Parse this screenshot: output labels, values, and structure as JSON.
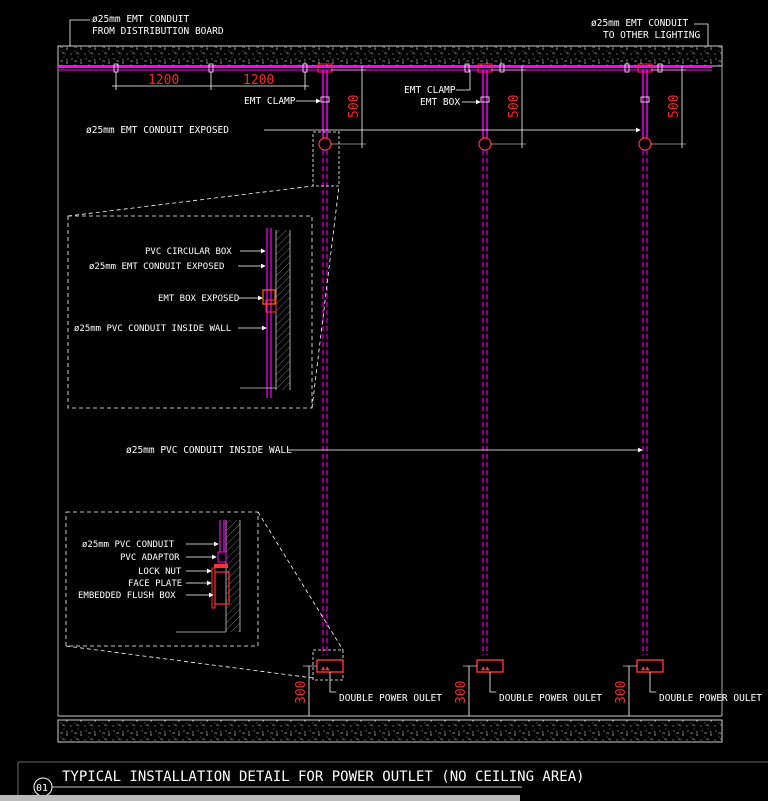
{
  "labels": {
    "conduit_from_db_1": "ø25mm EMT CONDUIT",
    "conduit_from_db_2": "FROM DISTRIBUTION BOARD",
    "conduit_to_lighting_1": "ø25mm EMT CONDUIT",
    "conduit_to_lighting_2": "TO OTHER LIGHTING",
    "emt_clamp_left": "EMT CLAMP",
    "emt_clamp_mid": "EMT CLAMP",
    "emt_box_mid": "EMT BOX",
    "conduit_exposed": "ø25mm EMT CONDUIT EXPOSED",
    "pvc_inside_wall": "ø25mm PVC CONDUIT INSIDE WALL"
  },
  "dimensions": {
    "span_1": "1200",
    "span_2": "1200",
    "drop_1": "500",
    "drop_2": "500",
    "drop_3": "500",
    "outlet_h_1": "300",
    "outlet_h_2": "300",
    "outlet_h_3": "300"
  },
  "detail_upper": {
    "pvc_circular_box": "PVC CIRCULAR BOX",
    "emt_exposed": "ø25mm EMT CONDUIT EXPOSED",
    "emt_box_exposed": "EMT BOX EXPOSED",
    "pvc_inside_wall": "ø25mm PVC CONDUIT INSIDE WALL"
  },
  "detail_lower": {
    "pvc_conduit": "ø25mm PVC CONDUIT",
    "pvc_adaptor": "PVC ADAPTOR",
    "lock_nut": "LOCK NUT",
    "face_plate": "FACE PLATE",
    "embedded_flush_box": "EMBEDDED FLUSH BOX"
  },
  "outlets": {
    "label_1": "DOUBLE POWER OULET",
    "label_2": "DOUBLE POWER OULET",
    "label_3": "DOUBLE POWER OULET"
  },
  "title_block": {
    "number": "01",
    "title": "TYPICAL INSTALLATION DETAIL FOR POWER OUTLET (NO CEILING AREA)"
  },
  "colors": {
    "background": "#000000",
    "conduit": "#ff00ff",
    "dimension": "#ff2222",
    "linework": "#ffffff",
    "box": "#ff3333"
  }
}
